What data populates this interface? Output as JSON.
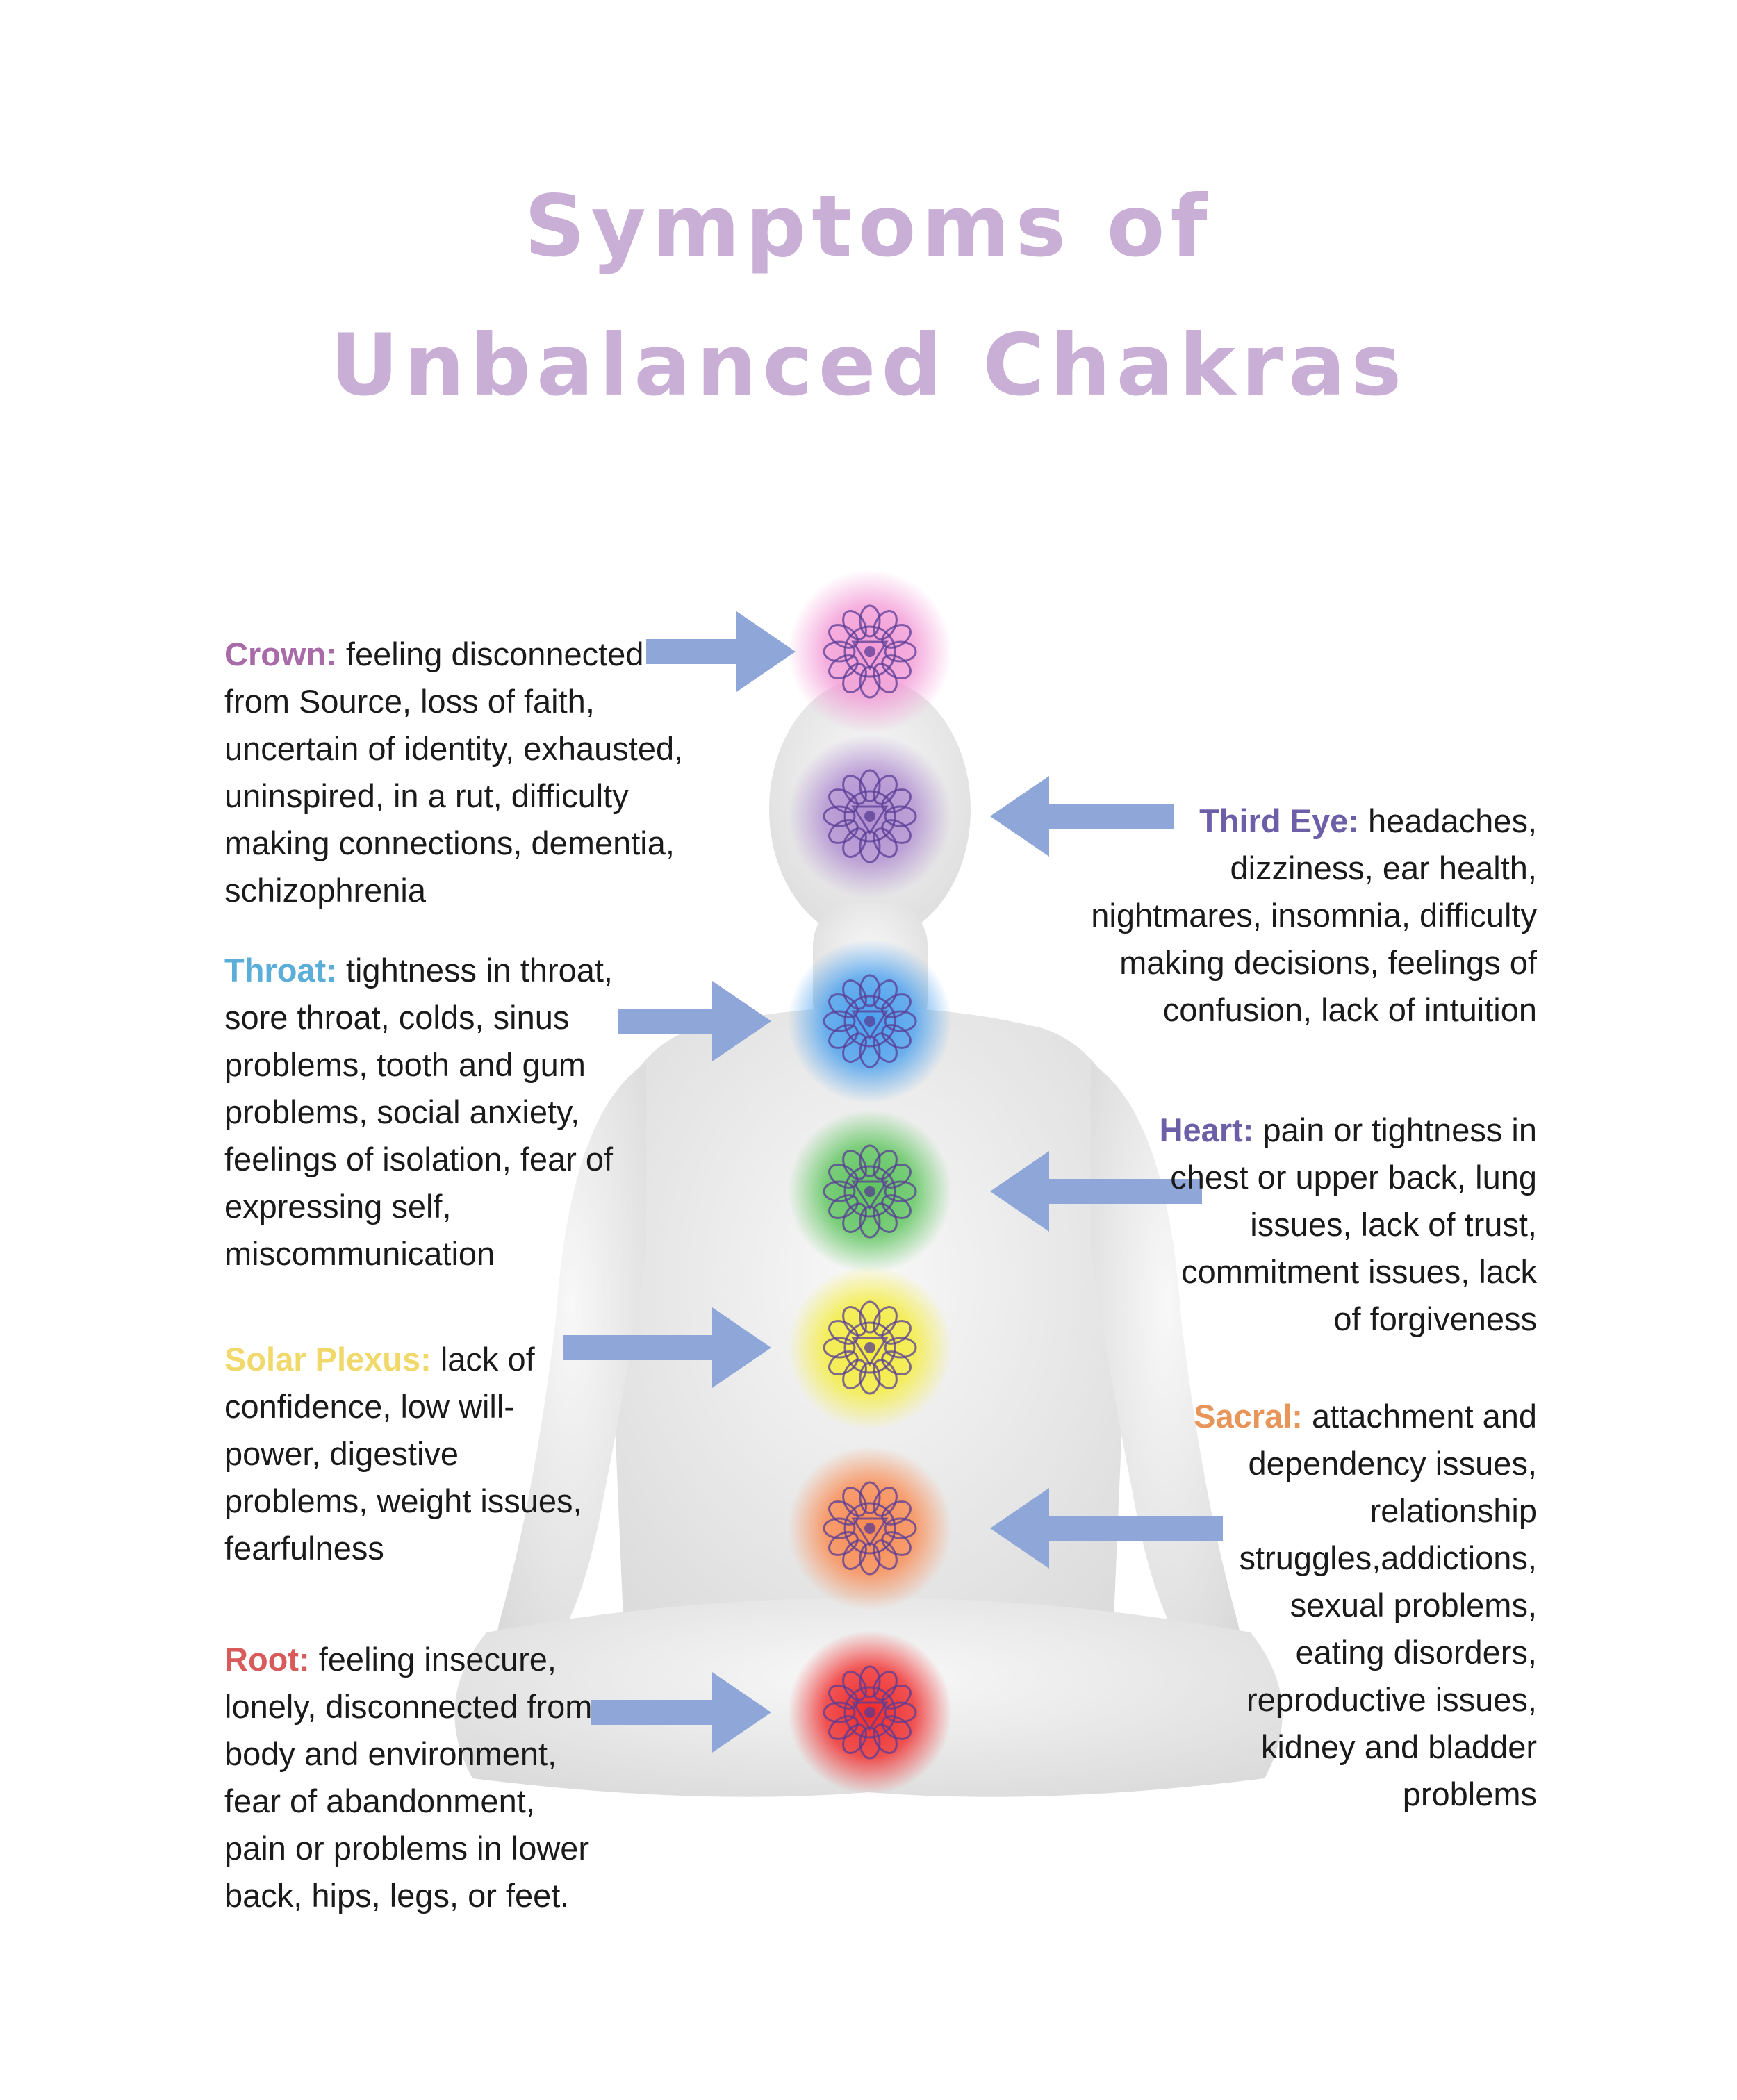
{
  "title": {
    "line1": "Symptoms of",
    "line2": "Unbalanced Chakras",
    "color": "#c9aed6"
  },
  "chakras": {
    "crown": {
      "label": "Crown:",
      "text": " feeling disconnected\nfrom Source, loss of faith,\nuncertain of identity,  exhausted,\nuninspired, in a rut, difficulty\nmaking connections, dementia,\nschizophrenia",
      "color": "#a86aa8",
      "glow": "#f39ad6",
      "icon": "crown-chakra-icon"
    },
    "third_eye": {
      "label": "Third Eye:",
      "text": " headaches,\ndizziness, ear health, \nnightmares, insomnia, difficulty\nmaking decisions, feelings of\nconfusion, lack of intuition ",
      "color": "#6d5ea8",
      "glow": "#b08ed0",
      "icon": "third-eye-chakra-icon"
    },
    "throat": {
      "label": "Throat:",
      "text": " tightness in throat,\nsore throat, colds, sinus\nproblems, tooth and gum\nproblems, social anxiety,\nfeelings of isolation, fear of\nexpressing self,\nmiscommunication",
      "color": "#5aaed8",
      "glow": "#4aa0ee",
      "icon": "throat-chakra-icon"
    },
    "heart": {
      "label": "Heart:",
      "text": " pain or tightness in\nchest or upper back, lung\nissues, lack of trust,\ncommitment issues, lack\nof forgiveness ",
      "color": "#6d5ea8",
      "glow": "#5cc45c",
      "icon": "heart-chakra-icon"
    },
    "solar_plexus": {
      "label": "Solar Plexus:",
      "text": " lack of\nconfidence, low will-\npower, digestive\nproblems, weight issues,\nfearfulness",
      "color": "#f0d96a",
      "glow": "#f4ec3a",
      "icon": "solar-plexus-chakra-icon"
    },
    "sacral": {
      "label": "Sacral:",
      "text": " attachment and\ndependency issues,\nrelationship\nstruggles,addictions,\nsexual problems,\neating disorders,\nreproductive issues,\nkidney and bladder\nproblems ",
      "color": "#e8955a",
      "glow": "#fa8a50",
      "icon": "sacral-chakra-icon"
    },
    "root": {
      "label": "Root:",
      "text": " feeling insecure,\nlonely, disconnected from\nbody and environment,\nfear of abandonment,\npain or problems in lower\nback, hips, legs, or feet.",
      "color": "#d95a5a",
      "glow": "#f02a2a",
      "icon": "root-chakra-icon"
    }
  },
  "arrow_color": "#8ea6d8",
  "body_color": "#e9e9e9"
}
